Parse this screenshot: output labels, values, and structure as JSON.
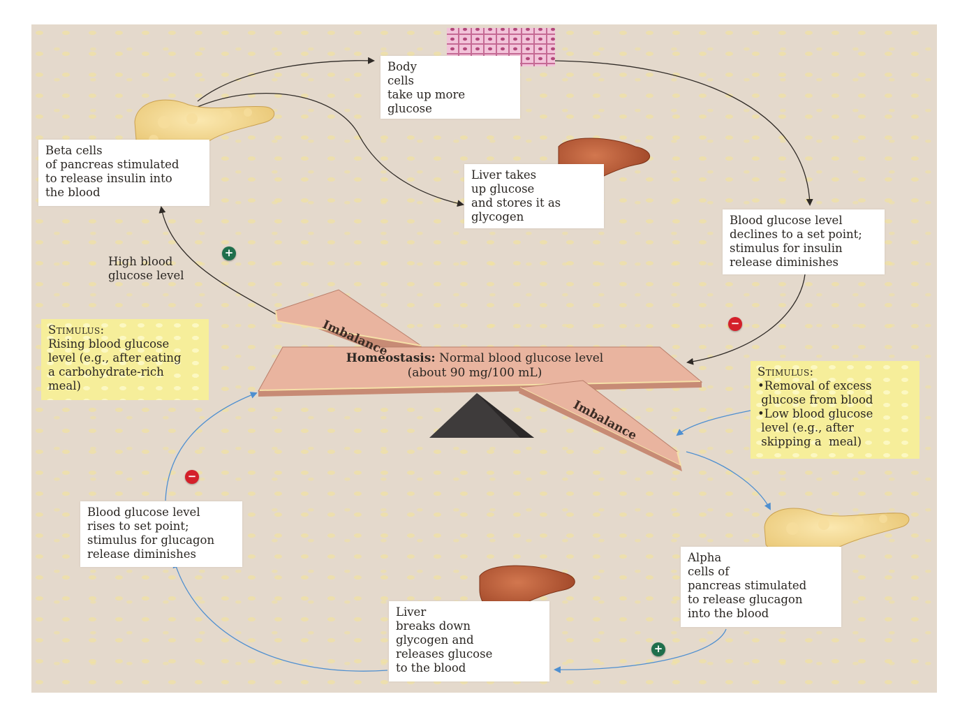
{
  "colors": {
    "background": "#e4d9cc",
    "plank": "#e9b49f",
    "plank_edge": "#b97e6a",
    "fulcrum": "#3e3b3b",
    "arrow_dark": "#2f2a26",
    "arrow_blue": "#4e8fd0",
    "plus_sign": "#1f6f4c",
    "minus_sign": "#d4202a",
    "stimulus_box": "#f6ee9a",
    "pancreas": "#f0d590",
    "liver": "#b75a36",
    "cells": "#e59fc1"
  },
  "icons": [
    "pancreas-illustration",
    "liver-illustration",
    "body-cells-illustration"
  ],
  "homeostasis": {
    "label": "Homeostasis:",
    "text": " Normal blood glucose level",
    "value": "(about 90 mg/100 mL)"
  },
  "imbalance_top": "Imbalance",
  "imbalance_bottom": "Imbalance",
  "beta_cells": [
    "Beta cells",
    "of pancreas stimulated",
    "to release insulin into",
    "the blood"
  ],
  "body_cells": [
    "Body",
    "cells",
    "take up more",
    "glucose"
  ],
  "liver_stores": [
    "Liver takes",
    "up glucose",
    "and stores it as",
    "glycogen"
  ],
  "glucose_declines": [
    "Blood glucose level",
    "declines to a set point;",
    "stimulus for insulin",
    "release diminishes"
  ],
  "high_glucose": [
    "High blood",
    "glucose level"
  ],
  "stimulus_rising": {
    "heading": "Stimulus:",
    "lines": [
      "Rising blood glucose",
      "level (e.g., after eating",
      "a carbohydrate-rich",
      "meal)"
    ]
  },
  "stimulus_low": {
    "heading": "Stimulus:",
    "lines": [
      "•Removal of excess",
      " glucose from blood",
      "•Low blood glucose",
      " level (e.g., after",
      " skipping a  meal)"
    ]
  },
  "glucose_rises": [
    "Blood glucose level",
    "rises to set point;",
    "stimulus for glucagon",
    "release diminishes"
  ],
  "alpha_cells": [
    "Alpha",
    "cells of",
    "pancreas stimulated",
    "to release glucagon",
    "into the blood"
  ],
  "liver_breaks": [
    "Liver",
    "breaks down",
    "glycogen and",
    "releases glucose",
    "to the blood"
  ],
  "signs": {
    "plus_upper": "+",
    "minus_upper": "−",
    "minus_lower": "−",
    "plus_lower": "+"
  }
}
